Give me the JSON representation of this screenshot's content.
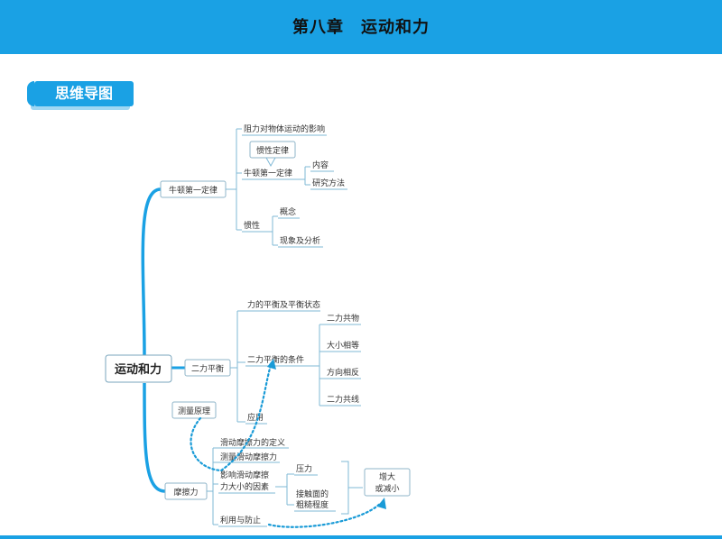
{
  "header": {
    "title": "第八章　运动和力"
  },
  "section": {
    "label": "思维导图"
  },
  "mindmap": {
    "root": "运动和力",
    "b1": {
      "label": "牛顿第一定律",
      "resistance": "阻力对物体运动的影响",
      "law": "牛顿第一定律",
      "law_alias": "惯性定律",
      "content": "内容",
      "method": "研究方法",
      "inertia": "惯性",
      "concept": "概念",
      "phenomena": "现象及分析"
    },
    "b2": {
      "label": "二力平衡",
      "balance_state": "力的平衡及平衡状态",
      "conditions": "二力平衡的条件",
      "c1": "二力共物",
      "c2": "大小相等",
      "c3": "方向相反",
      "c4": "二力共线",
      "application": "应用",
      "principle": "测量原理"
    },
    "b3": {
      "label": "摩擦力",
      "definition": "滑动摩擦力的定义",
      "measure": "测量滑动摩擦力",
      "factors_1": "影响滑动摩擦",
      "factors_2": "力大小的因素",
      "pressure": "压力",
      "rough_1": "接触面的",
      "rough_2": "粗糙程度",
      "change_1": "增大",
      "change_2": "或减小",
      "use": "利用与防止"
    }
  }
}
